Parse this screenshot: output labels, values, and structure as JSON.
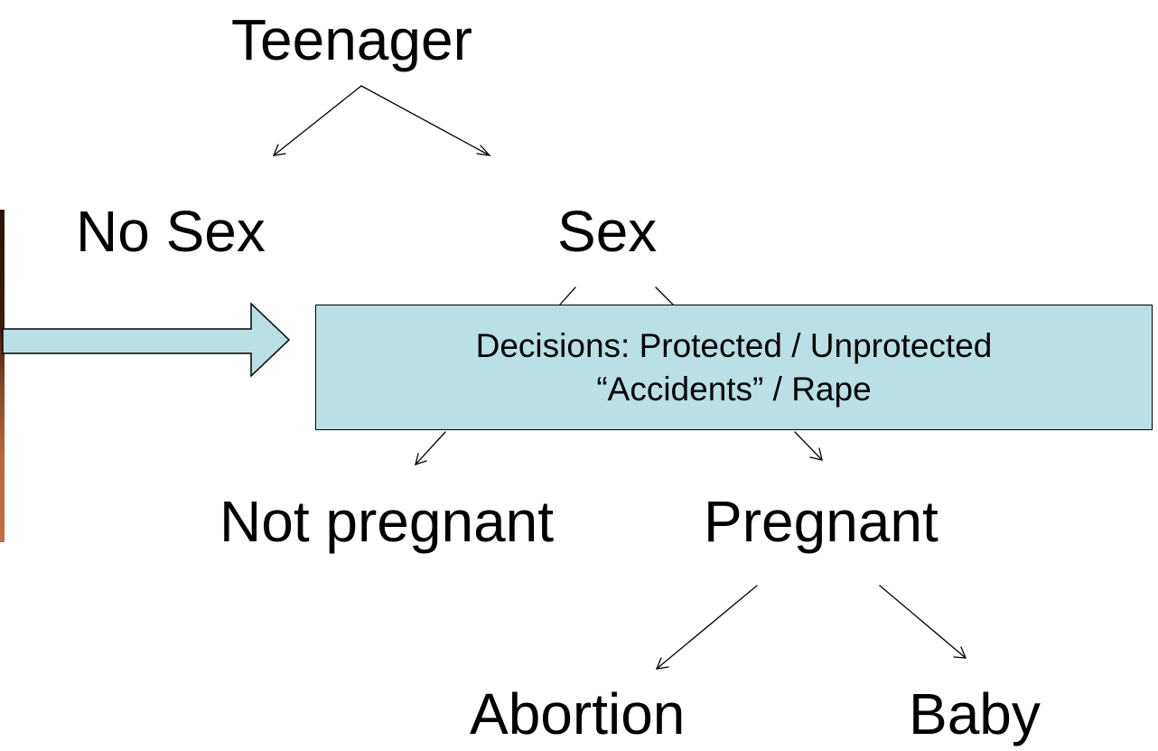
{
  "nodes": {
    "teenager": "Teenager",
    "no_sex": "No Sex",
    "sex": "Sex",
    "not_pregnant": "Not pregnant",
    "pregnant": "Pregnant",
    "abortion": "Abortion",
    "baby": "Baby"
  },
  "decision_box": {
    "line1": "Decisions: Protected / Unprotected",
    "line2": "“Accidents” / Rape"
  },
  "colors": {
    "box_fill": "#b8e0e5",
    "arrow_fill": "#b8e0e5",
    "line": "#000000"
  }
}
